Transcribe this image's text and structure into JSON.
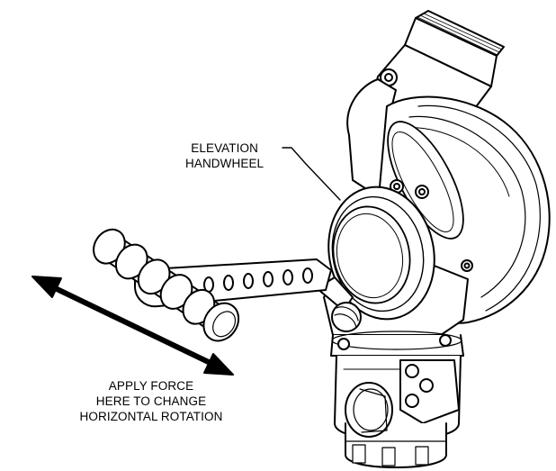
{
  "callouts": {
    "elevation": {
      "line1": "ELEVATION",
      "line2": "HANDWHEEL"
    },
    "force": {
      "line1": "APPLY FORCE",
      "line2": "HERE TO CHANGE",
      "line3": "HORIZONTAL ROTATION"
    }
  },
  "colors": {
    "line": "#000000",
    "fill": "#ffffff",
    "shade": "#e6e6e6"
  }
}
